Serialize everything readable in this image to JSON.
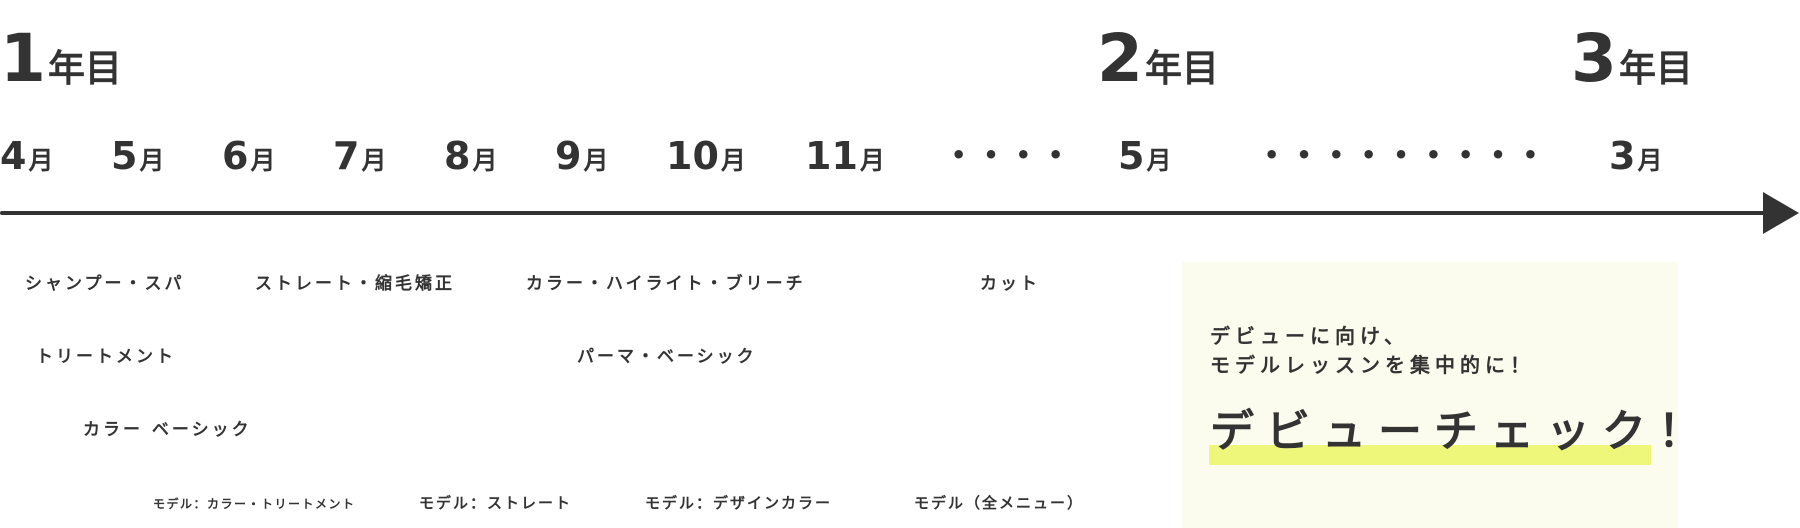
{
  "years": [
    {
      "num": "1",
      "unit": "年目"
    },
    {
      "num": "2",
      "unit": "年目"
    },
    {
      "num": "3",
      "unit": "年目"
    }
  ],
  "months": [
    {
      "num": "4",
      "unit": "月"
    },
    {
      "num": "5",
      "unit": "月"
    },
    {
      "num": "6",
      "unit": "月"
    },
    {
      "num": "7",
      "unit": "月"
    },
    {
      "num": "8",
      "unit": "月"
    },
    {
      "num": "9",
      "unit": "月"
    },
    {
      "num": "10",
      "unit": "月"
    },
    {
      "num": "11",
      "unit": "月"
    },
    {
      "num": "5",
      "unit": "月"
    },
    {
      "num": "3",
      "unit": "月"
    }
  ],
  "ellipses": [
    "••••",
    "•••••••••"
  ],
  "curriculum": {
    "shampoo_spa": "シャンプー・スパ",
    "treatment": "トリートメント",
    "color_basic": "カラー ベーシック",
    "straight_perm": "ストレート・縮毛矯正",
    "color_highlight_bleach": "カラー・ハイライト・ブリーチ",
    "perm_basic": "パーマ・ベーシック",
    "cut": "カット"
  },
  "models": {
    "color_treatment": "モデル：カラー・トリートメント",
    "straight": "モデル：ストレート",
    "design_color": "モデル：デザインカラー",
    "all_menu": "モデル（全メニュー）"
  },
  "debut": {
    "lead_line1": "デビューに向け、",
    "lead_line2": "モデルレッスンを集中的に！",
    "title": "デビューチェック！"
  },
  "colors": {
    "text": "#333333",
    "panel_bg": "#fbfced",
    "highlight": "#eef77a"
  }
}
